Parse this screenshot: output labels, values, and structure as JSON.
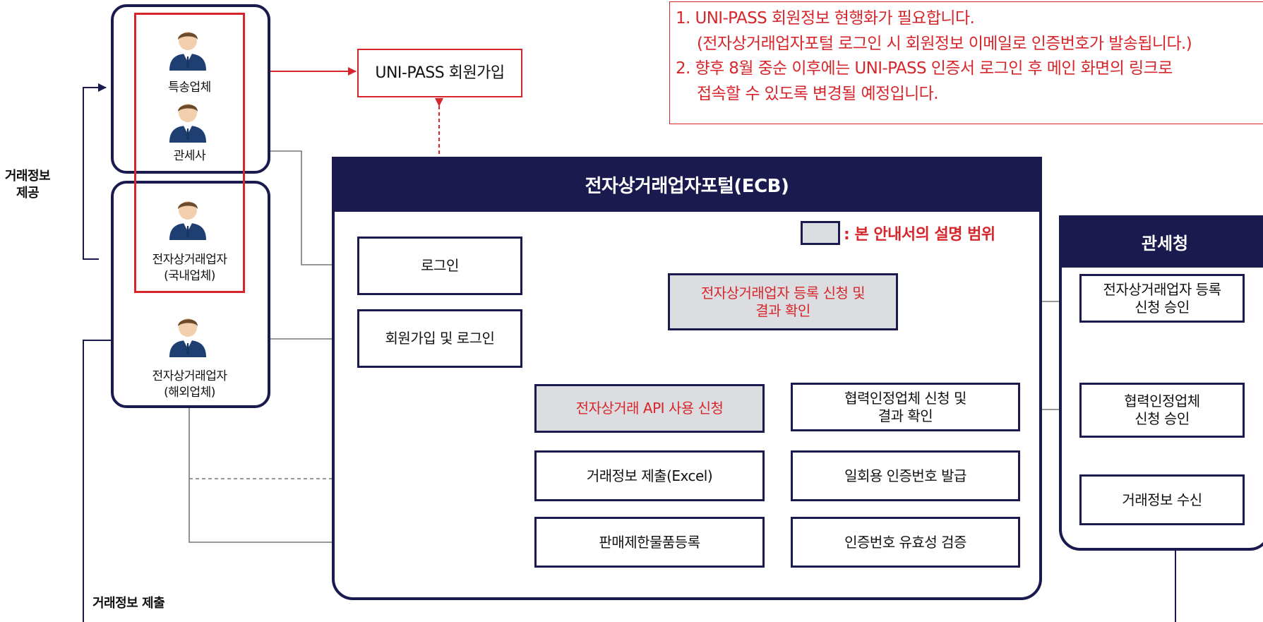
{
  "notice": {
    "line1": "1. UNI-PASS 회원정보 현행화가 필요합니다.",
    "line2": "(전자상거래업자포털 로그인 시 회원정보 이메일로 인증번호가 발송됩니다.)",
    "line3": "2. 향후 8월 중순 이후에는 UNI-PASS 인증서 로그인 후 메인 화면의 링크로",
    "line4": "접속할 수 있도록 변경될 예정입니다."
  },
  "side_labels": {
    "provide": "거래정보\n제공",
    "submit": "거래정보 제출"
  },
  "actors": {
    "courier": "특송업체",
    "customs_broker": "관세사",
    "domestic": "전자상거래업자\n(국내업체)",
    "overseas": "전자상거래업자\n(해외업체)"
  },
  "unipass_signup": "UNI-PASS 회원가입",
  "ecb": {
    "title": "전자상거래업자포털(ECB)",
    "legend": ": 본 안내서의 설명  범위",
    "login": "로그인",
    "signup_login": "회원가입 및 로그인",
    "register": "전자상거래업자 등록 신청 및\n결과 확인",
    "api": "전자상거래 API 사용 신청",
    "partner": "협력인정업체 신청 및\n결과 확인",
    "excel": "거래정보 제출(Excel)",
    "otp": "일회용 인증번호 발급",
    "restricted": "판매제한물품등록",
    "verify": "인증번호 유효성 검증"
  },
  "customs": {
    "title": "관세청",
    "approve_register": "전자상거래업자 등록\n신청 승인",
    "approve_partner": "협력인정업체\n신청 승인",
    "receive": "거래정보 수신"
  },
  "colors": {
    "navy": "#1a1a4e",
    "red": "#d7262b",
    "gray_fill": "#dcdde0",
    "line_gray": "#777777"
  }
}
